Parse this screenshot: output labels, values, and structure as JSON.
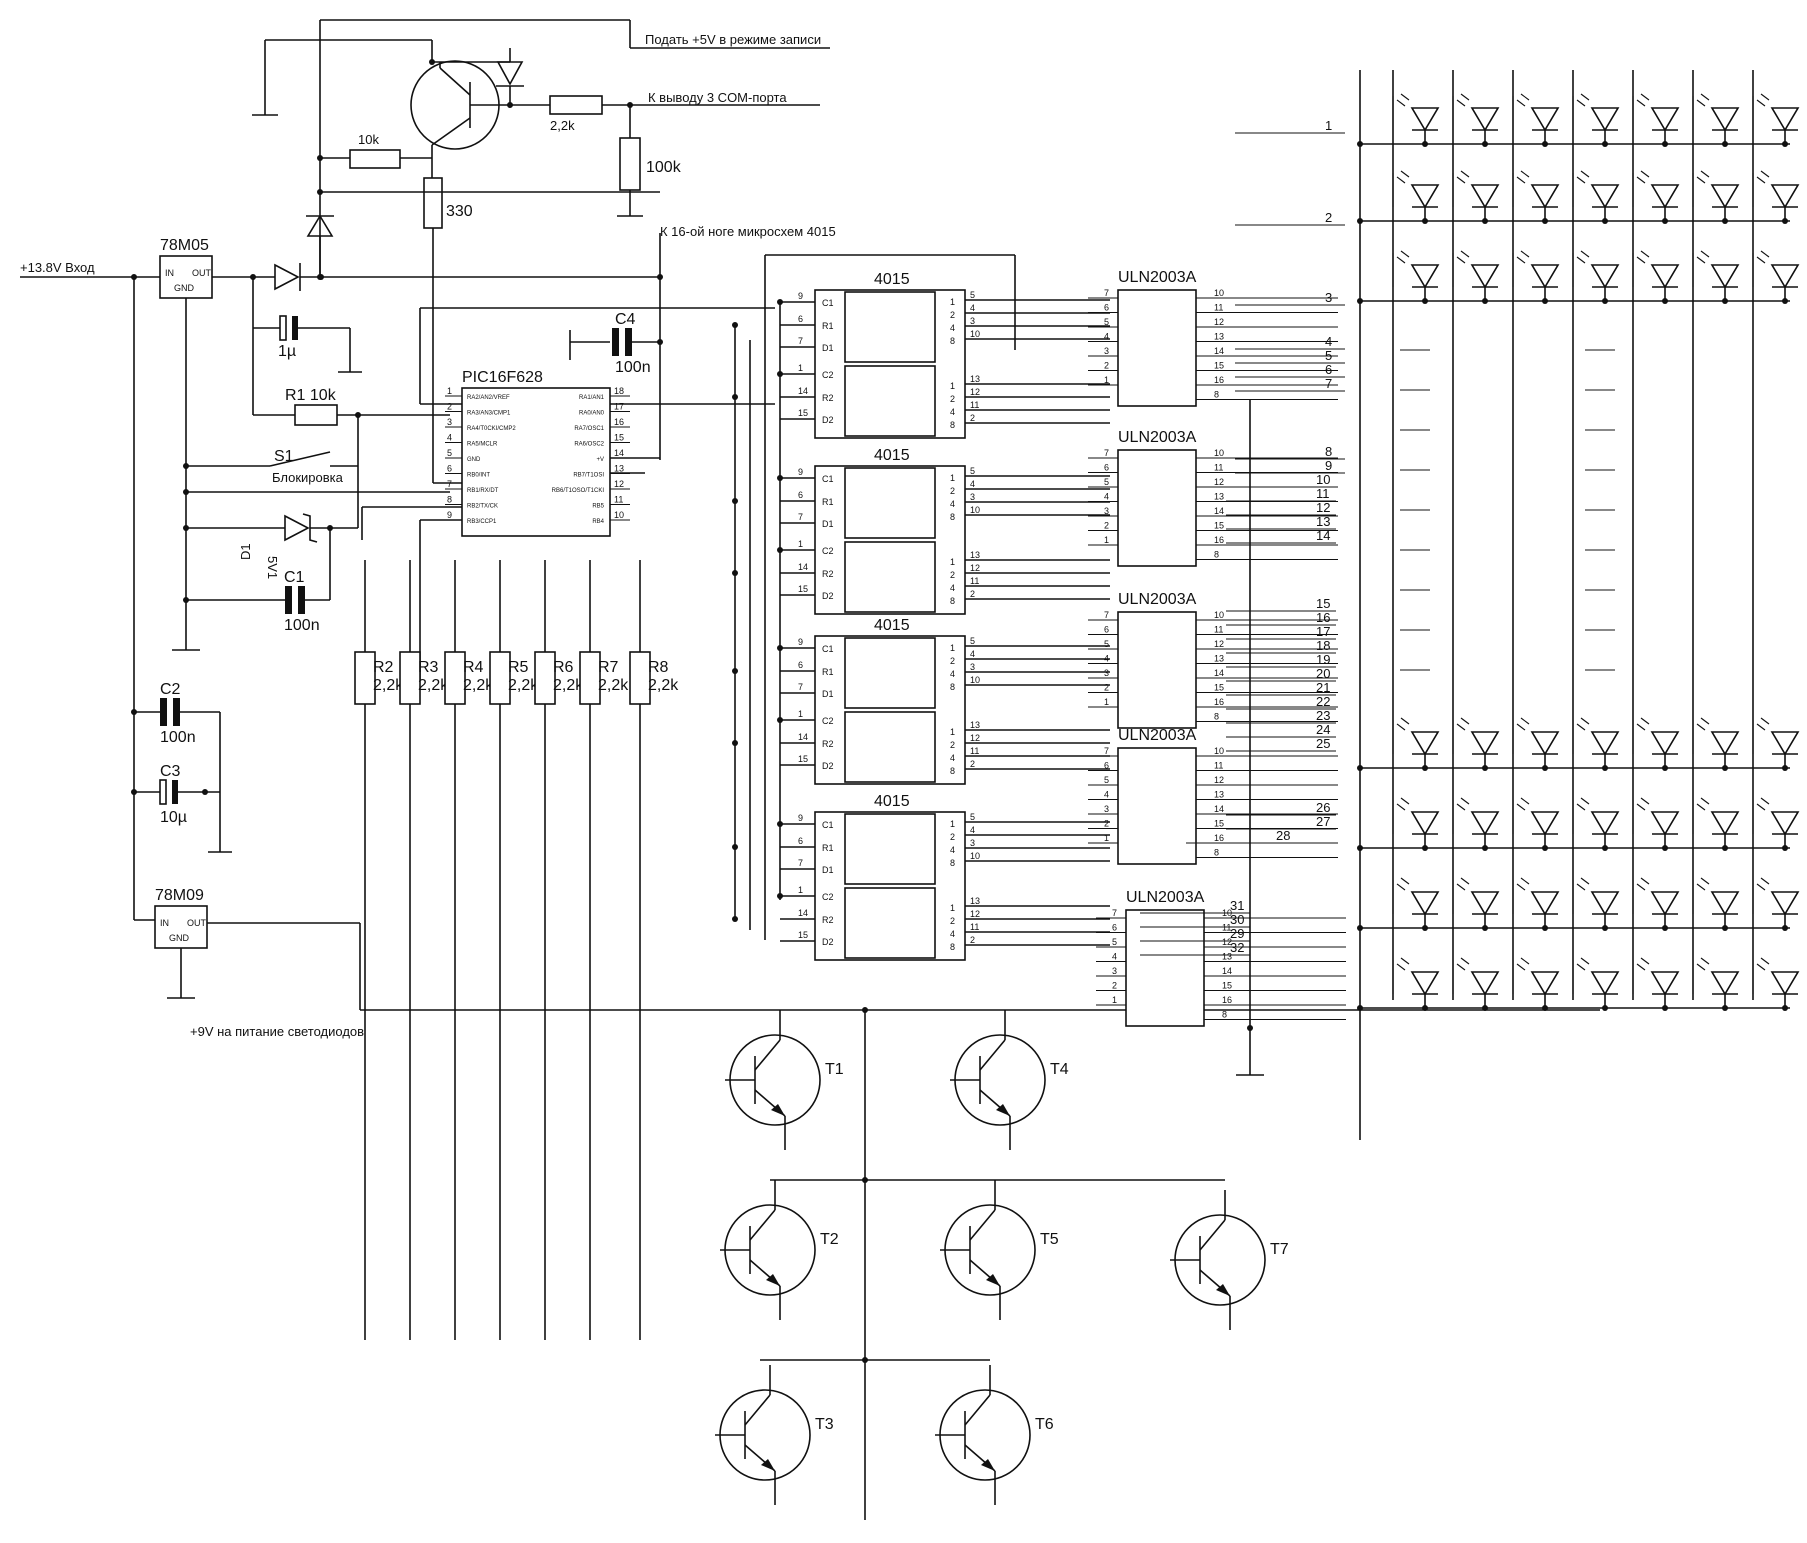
{
  "texts": {
    "write_mode_note": "Подать +5V в режиме записи",
    "com_port_note": "К выводу 3 COM-порта",
    "cmos_4015_note": "К 16-ой ноге микросхем 4015",
    "input_label": "+13.8V Вход",
    "led_supply_label": "+9V на питание светодиодов",
    "lock_label": "Блокировка"
  },
  "regulators": [
    {
      "name": "78M05",
      "in": "IN",
      "out": "OUT",
      "gnd": "GND"
    },
    {
      "name": "78M09",
      "in": "IN",
      "out": "OUT",
      "gnd": "GND"
    }
  ],
  "components": {
    "r_10k": "10k",
    "r_330": "330",
    "r_2k2": "2,2k",
    "r_100k": "100k",
    "cap_1u": "1µ",
    "r1": "R1 10k",
    "s1": "S1",
    "d1_name": "D1",
    "d1_value": "5V1",
    "c1_name": "C1",
    "c1_value": "100n",
    "c2_name": "C2",
    "c2_value": "100n",
    "c3_name": "C3",
    "c3_value": "10µ",
    "c4_name": "C4",
    "c4_value": "100n"
  },
  "mcu": {
    "name": "PIC16F628",
    "left_pins": [
      {
        "num": "1",
        "name": "RA2/AN2/VREF"
      },
      {
        "num": "2",
        "name": "RA3/AN3/CMP1"
      },
      {
        "num": "3",
        "name": "RA4/T0CKI/CMP2"
      },
      {
        "num": "4",
        "name": "RA5/MCLR"
      },
      {
        "num": "5",
        "name": "GND"
      },
      {
        "num": "6",
        "name": "RB0/INT"
      },
      {
        "num": "7",
        "name": "RB1/RX/DT"
      },
      {
        "num": "8",
        "name": "RB2/TX/CK"
      },
      {
        "num": "9",
        "name": "RB3/CCP1"
      }
    ],
    "right_pins": [
      {
        "num": "18",
        "name": "RA1/AN1"
      },
      {
        "num": "17",
        "name": "RA0/AN0"
      },
      {
        "num": "16",
        "name": "RA7/OSC1"
      },
      {
        "num": "15",
        "name": "RA6/OSC2"
      },
      {
        "num": "14",
        "name": "+V"
      },
      {
        "num": "13",
        "name": "RB7/T1OSI"
      },
      {
        "num": "12",
        "name": "RB6/T1OSO/T1CKI"
      },
      {
        "num": "11",
        "name": "RB5"
      },
      {
        "num": "10",
        "name": "RB4"
      }
    ]
  },
  "resistors_bank": [
    {
      "name": "R2",
      "value": "2,2k"
    },
    {
      "name": "R3",
      "value": "2,2k"
    },
    {
      "name": "R4",
      "value": "2,2k"
    },
    {
      "name": "R5",
      "value": "2,2k"
    },
    {
      "name": "R6",
      "value": "2,2k"
    },
    {
      "name": "R7",
      "value": "2,2k"
    },
    {
      "name": "R8",
      "value": "2,2k"
    }
  ],
  "shift_registers": {
    "name": "4015",
    "count": 4,
    "left_pin_labels": [
      "C1",
      "R1",
      "D1",
      "C2",
      "R2",
      "D2"
    ],
    "left_pin_nums": [
      "9",
      "6",
      "7",
      "1",
      "14",
      "15"
    ],
    "right_pin_nums_top": [
      "5",
      "4",
      "3",
      "10"
    ],
    "right_pin_nums_bot": [
      "13",
      "12",
      "11",
      "2"
    ],
    "inner_pin_nums": [
      "1",
      "2",
      "4",
      "8"
    ]
  },
  "drivers": {
    "name": "ULN2003A",
    "count": 5,
    "left_pin_nums": [
      "7",
      "6",
      "5",
      "4",
      "3",
      "2",
      "1"
    ],
    "right_pin_nums": [
      "10",
      "11",
      "12",
      "13",
      "14",
      "15",
      "16",
      "8"
    ]
  },
  "row_numbers": [
    "1",
    "2",
    "3",
    "4",
    "5",
    "6",
    "7",
    "8",
    "9",
    "10",
    "11",
    "12",
    "13",
    "14",
    "15",
    "16",
    "17",
    "18",
    "19",
    "20",
    "21",
    "22",
    "23",
    "24",
    "25",
    "26",
    "27",
    "28",
    "29",
    "30",
    "31",
    "32"
  ],
  "transistors": [
    "T1",
    "T2",
    "T3",
    "T4",
    "T5",
    "T6",
    "T7"
  ]
}
